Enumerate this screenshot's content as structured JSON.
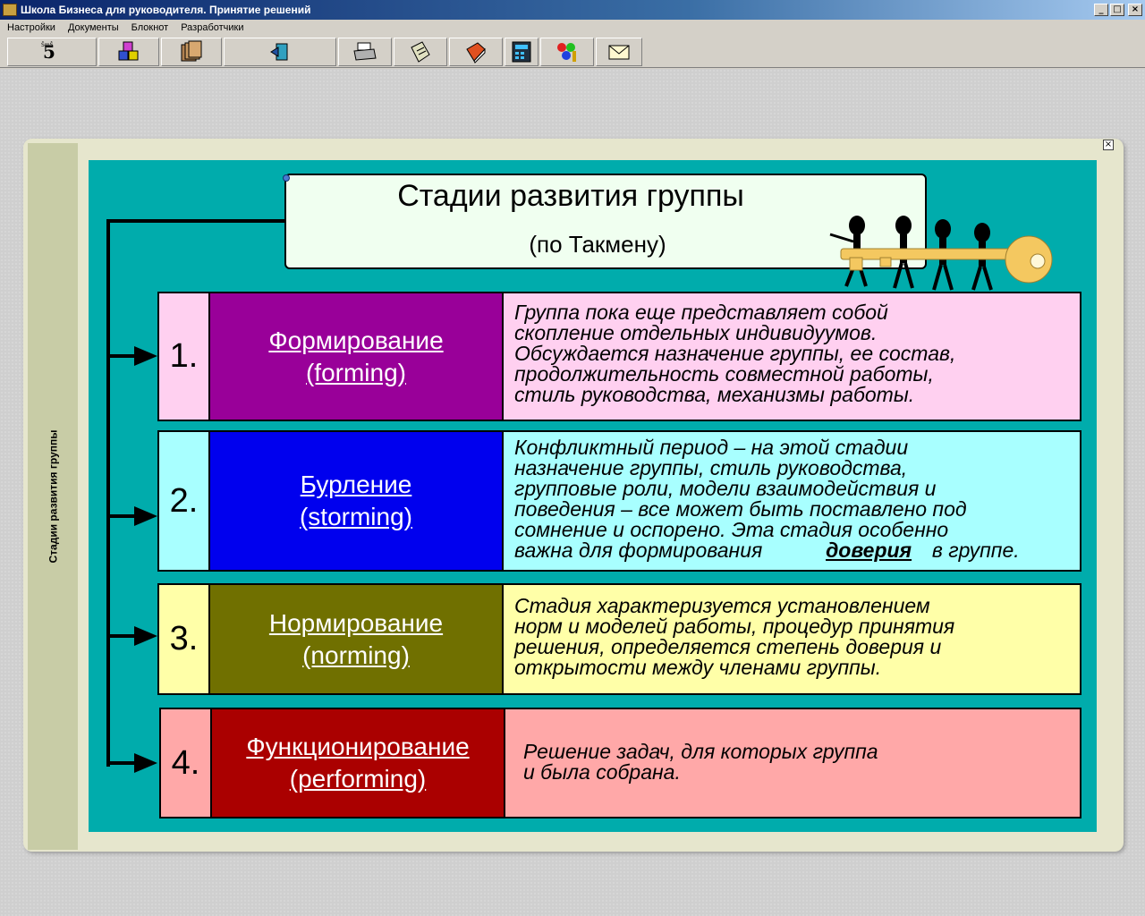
{
  "window": {
    "title": "Школа Бизнеса для руководителя. Принятие решений",
    "minimize": "_",
    "maximize": "□",
    "close": "×"
  },
  "menu": [
    "Настройки",
    "Документы",
    "Блокнот",
    "Разработчики"
  ],
  "toolbar": {
    "buttons": [
      "logo",
      "cubes",
      "folders",
      "exit",
      "printer",
      "clipboard",
      "book",
      "calculator",
      "paint",
      "mail"
    ]
  },
  "panel": {
    "side_label": "Стадии развития группы",
    "close": "×"
  },
  "header": {
    "title": "Стадии развития группы",
    "subtitle": "(по Такмену)"
  },
  "stages": [
    {
      "number": "1.",
      "name": "Формирование",
      "name_en": "(forming)",
      "lines": [
        "Группа пока еще представляет собой",
        "скопление отдельных индивидуумов.",
        "Обсуждается назначение группы, ее состав,",
        "продолжительность совместной работы,",
        "стиль руководства, механизмы работы."
      ]
    },
    {
      "number": "2.",
      "name": "Бурление",
      "name_en": "(storming)",
      "lines": [
        "Конфликтный период – на этой стадии",
        "назначение группы, стиль руководства,",
        "групповые роли, модели взаимодействия и",
        "поведения – все может быть поставлено под",
        "сомнение и оспорено.  Эта стадия особенно"
      ],
      "last_line_pre": "важна для формирования",
      "last_line_bold": "доверия",
      "last_line_post": "в группе."
    },
    {
      "number": "3.",
      "name": "Нормирование",
      "name_en": "(norming)",
      "lines": [
        "Стадия характеризуется установлением",
        "норм и моделей работы, процедур принятия",
        "решения, определяется степень доверия и",
        "открытости между членами группы."
      ]
    },
    {
      "number": "4.",
      "name": "Функционирование",
      "name_en": "(performing)",
      "lines": [
        "Решение задач, для которых группа",
        "и была собрана."
      ]
    }
  ],
  "colors": {
    "teal": "#00acac",
    "stage1": "#990099",
    "stage2": "#0000ee",
    "stage3": "#707000",
    "stage4": "#aa0000"
  }
}
